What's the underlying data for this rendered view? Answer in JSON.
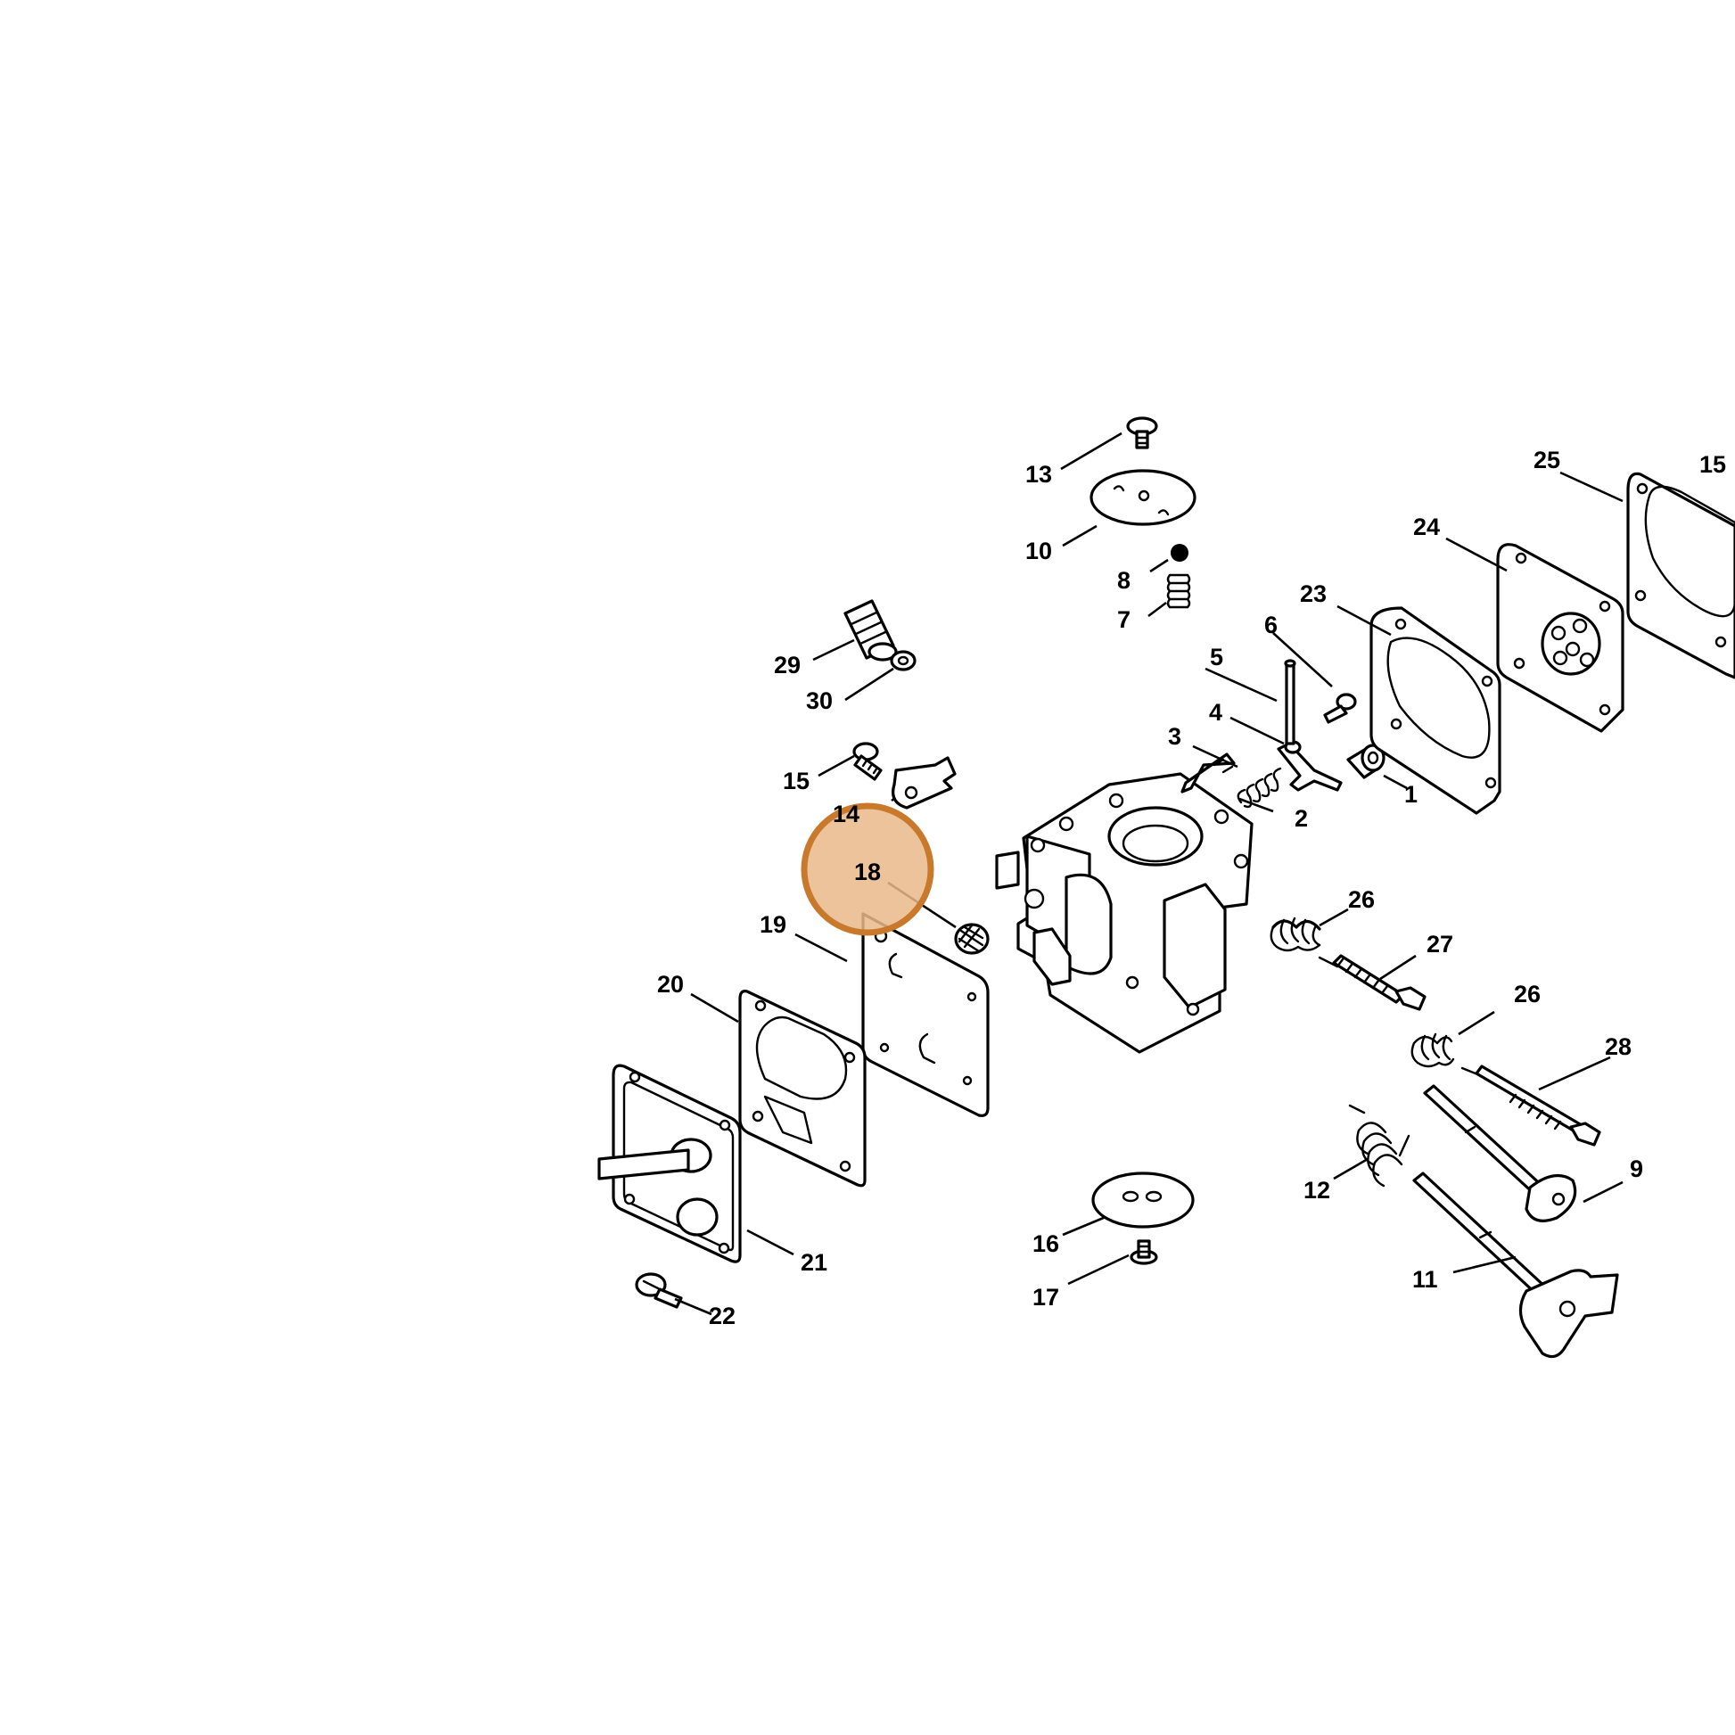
{
  "diagram": {
    "callouts": [
      "1",
      "2",
      "3",
      "4",
      "5",
      "6",
      "7",
      "8",
      "9",
      "10",
      "11",
      "12",
      "13",
      "14",
      "15",
      "15",
      "16",
      "17",
      "18",
      "19",
      "20",
      "21",
      "22",
      "23",
      "24",
      "25",
      "26",
      "26",
      "27",
      "28",
      "29",
      "30"
    ],
    "highlight": {
      "part": "18",
      "color": "#c8792c",
      "fill": "#e9b88a"
    }
  }
}
